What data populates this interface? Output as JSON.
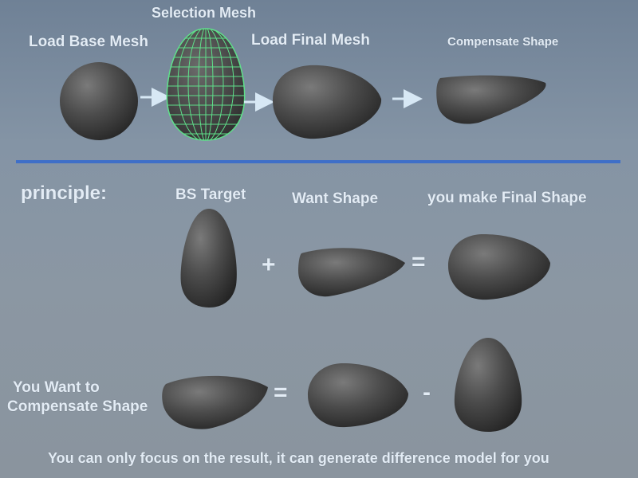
{
  "pipeline": {
    "load_base_mesh": "Load Base Mesh",
    "selection_mesh": "Selection Mesh",
    "load_final_mesh": "Load Final Mesh",
    "compensate_shape": "Compensate Shape"
  },
  "principle": {
    "title": "principle:",
    "bs_target": "BS Target",
    "want_shape": "Want Shape",
    "final_shape": "you make Final Shape",
    "plus": "+",
    "equals": "="
  },
  "compensate": {
    "label_line1": "You Want to",
    "label_line2": "Compensate  Shape",
    "equals": "=",
    "minus": "-"
  },
  "footer": "You can only focus on the result, it can generate difference model for you",
  "colors": {
    "accent_divider": "#3f6fc8",
    "wireframe": "#5fe08a",
    "arrow": "#d7e8f5",
    "text": "#e3ecf5"
  }
}
